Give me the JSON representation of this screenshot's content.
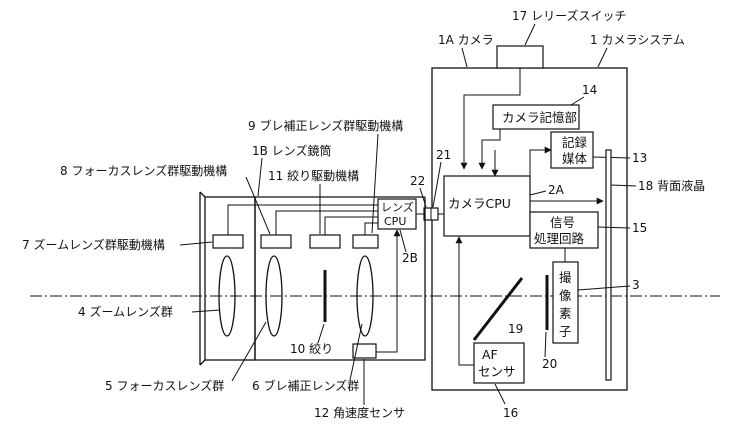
{
  "labels": {
    "shutter_switch": "17 レリーズスイッチ",
    "camera": "1A カメラ",
    "camera_system": "1 カメラシステム",
    "ref_14": "14",
    "camera_memory": "カメラ記憶部",
    "recording_media_line1": "記録",
    "recording_media_line2": "媒体",
    "ref_13": "13",
    "ref_21": "21",
    "ref_22": "22",
    "camera_cpu": "カメラCPU",
    "ref_2a": "2A",
    "rear_lcd": "18 背面液晶",
    "signal_line1": "信号",
    "signal_line2": "処理回路",
    "ref_15": "15",
    "lens_cpu_line1": "レンズ",
    "lens_cpu_line2": "CPU",
    "ref_2b": "2B",
    "shake_drive": "9 ブレ補正レンズ群駆動機構",
    "lens_barrel": "1B レンズ鏡筒",
    "focus_drive": "8 フォーカスレンズ群駆動機構",
    "iris_drive": "11 絞り駆動機構",
    "zoom_drive": "7 ズームレンズ群駆動機構",
    "sensor_line1": "撮",
    "sensor_line2": "像",
    "sensor_line3": "素",
    "sensor_line4": "子",
    "ref_3": "3",
    "zoom_group": "4 ズームレンズ群",
    "ref_19": "19",
    "ref_20": "20",
    "iris": "10 絞り",
    "af_line1": "AF",
    "af_line2": "センサ",
    "focus_group": "5 フォーカスレンズ群",
    "shake_group": "6 ブレ補正レンズ群",
    "gyro": "12 角速度センサ",
    "ref_16": "16"
  }
}
